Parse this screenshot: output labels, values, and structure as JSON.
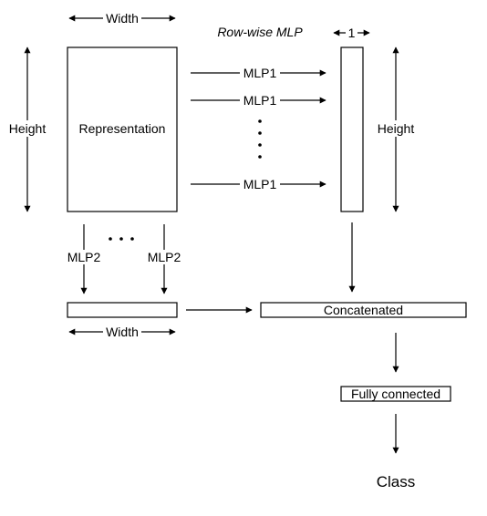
{
  "labels": {
    "width_top": "Width",
    "width_bottom": "Width",
    "height_left": "Height",
    "height_right": "Height",
    "representation": "Representation",
    "row_wise": "Row-wise MLP",
    "one": "1",
    "mlp1": "MLP1",
    "mlp2": "MLP2",
    "concatenated": "Concatenated",
    "fully_connected": "Fully connected",
    "class": "Class"
  }
}
